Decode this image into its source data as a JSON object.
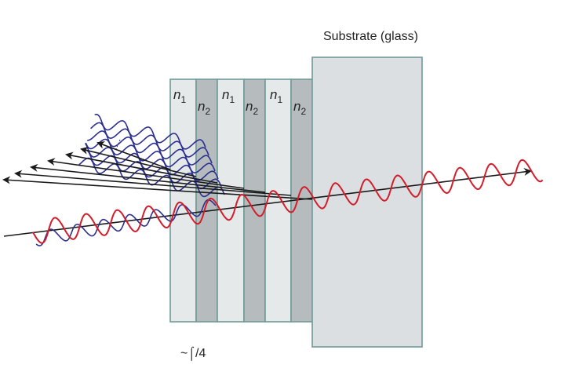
{
  "labels": {
    "substrate": "Substrate (glass)",
    "quarter_wave": "~⌠/4"
  },
  "layers": [
    {
      "index": "n",
      "sub": "1"
    },
    {
      "index": "n",
      "sub": "2"
    },
    {
      "index": "n",
      "sub": "1"
    },
    {
      "index": "n",
      "sub": "2"
    },
    {
      "index": "n",
      "sub": "1"
    },
    {
      "index": "n",
      "sub": "2"
    }
  ],
  "colors": {
    "layer_n1": "#e6e9ea",
    "layer_n2": "#b6bcbe",
    "substrate": "#dcdfe1",
    "layer_border": "#6f9b97",
    "transmitted_wave": "#d21e2b",
    "reflected_wave": "#2b2f8f",
    "ray": "#1a1a1a"
  }
}
